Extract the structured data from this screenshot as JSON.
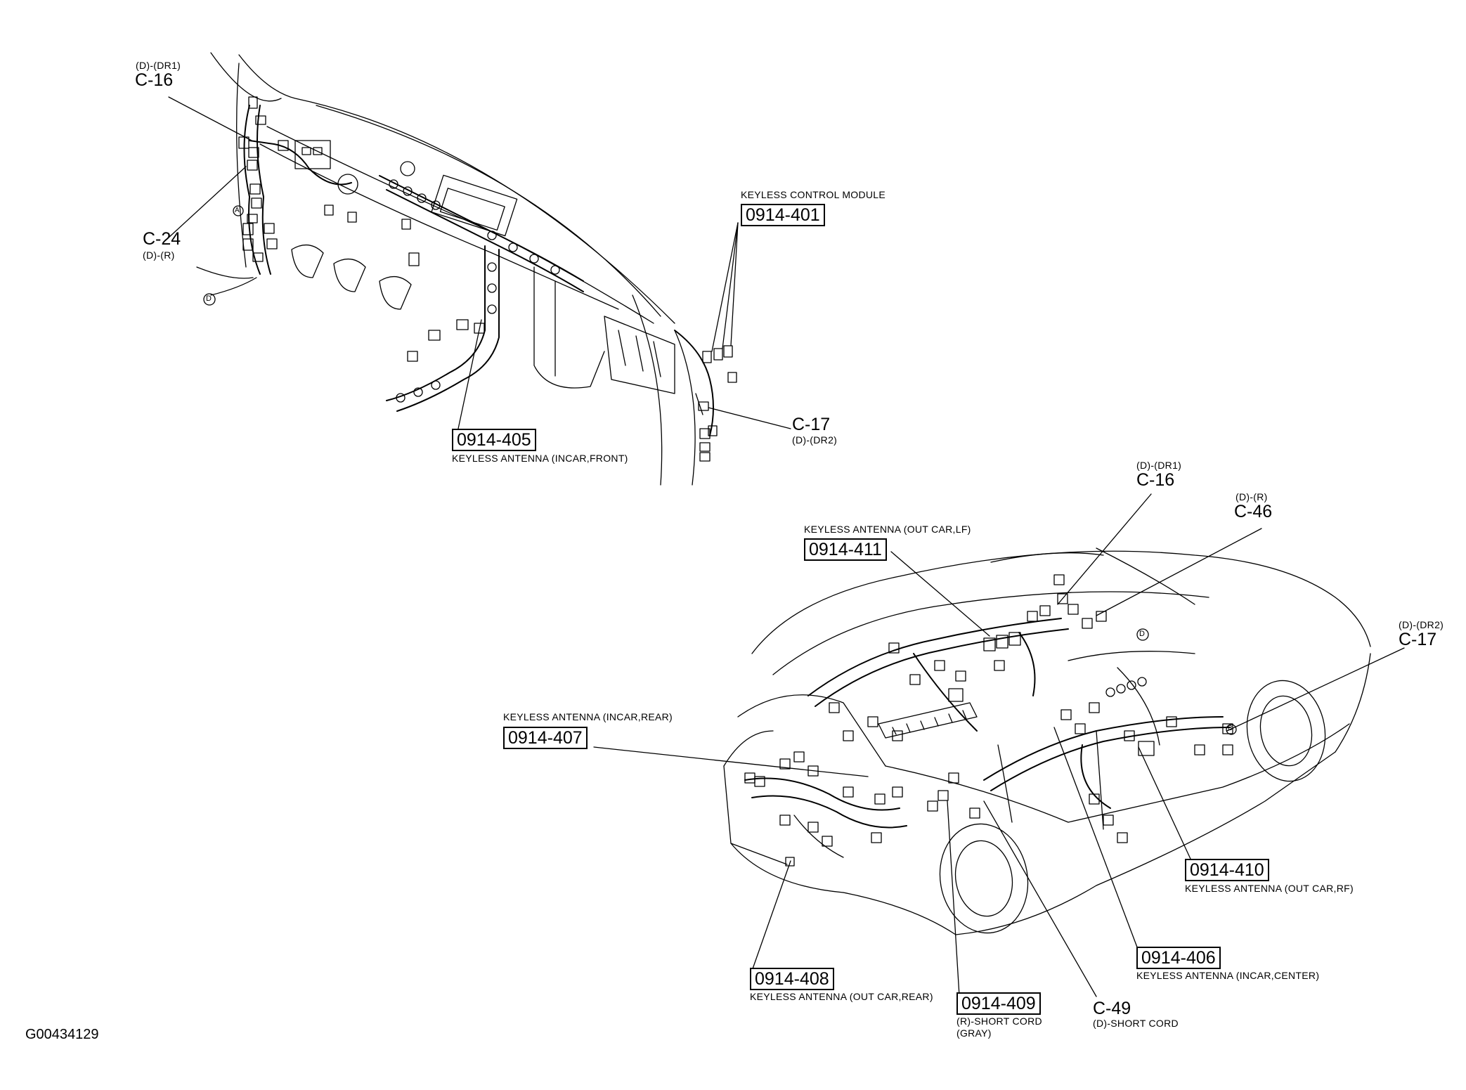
{
  "figure_code": "G00434129",
  "connectors": {
    "c16_top": {
      "code": "C-16",
      "sub": "(D)-(DR1)"
    },
    "c24": {
      "code": "C-24",
      "sub": "(D)-(R)"
    },
    "c17_top": {
      "code": "C-17",
      "sub": "(D)-(DR2)"
    },
    "c16_right": {
      "code": "C-16",
      "sub": "(D)-(DR1)"
    },
    "c46": {
      "code": "C-46",
      "sub": "(D)-(R)"
    },
    "c17_right": {
      "code": "C-17",
      "sub": "(D)-(DR2)"
    },
    "c49": {
      "code": "C-49",
      "sub": "(D)-SHORT CORD"
    }
  },
  "components": {
    "p401": {
      "id": "0914-401",
      "desc": "KEYLESS CONTROL MODULE"
    },
    "p405": {
      "id": "0914-405",
      "desc": "KEYLESS ANTENNA (INCAR,FRONT)"
    },
    "p411": {
      "id": "0914-411",
      "desc": "KEYLESS ANTENNA (OUT CAR,LF)"
    },
    "p407": {
      "id": "0914-407",
      "desc": "KEYLESS ANTENNA (INCAR,REAR)"
    },
    "p410": {
      "id": "0914-410",
      "desc": "KEYLESS ANTENNA (OUT CAR,RF)"
    },
    "p406": {
      "id": "0914-406",
      "desc": "KEYLESS ANTENNA (INCAR,CENTER)"
    },
    "p408": {
      "id": "0914-408",
      "desc": "KEYLESS ANTENNA (OUT CAR,REAR)"
    },
    "p409": {
      "id": "0914-409",
      "desc": "(R)-SHORT CORD",
      "desc2": "(GRAY)"
    }
  },
  "markers": {
    "a": "A",
    "b": "B",
    "d1": "D",
    "d2": "D"
  }
}
